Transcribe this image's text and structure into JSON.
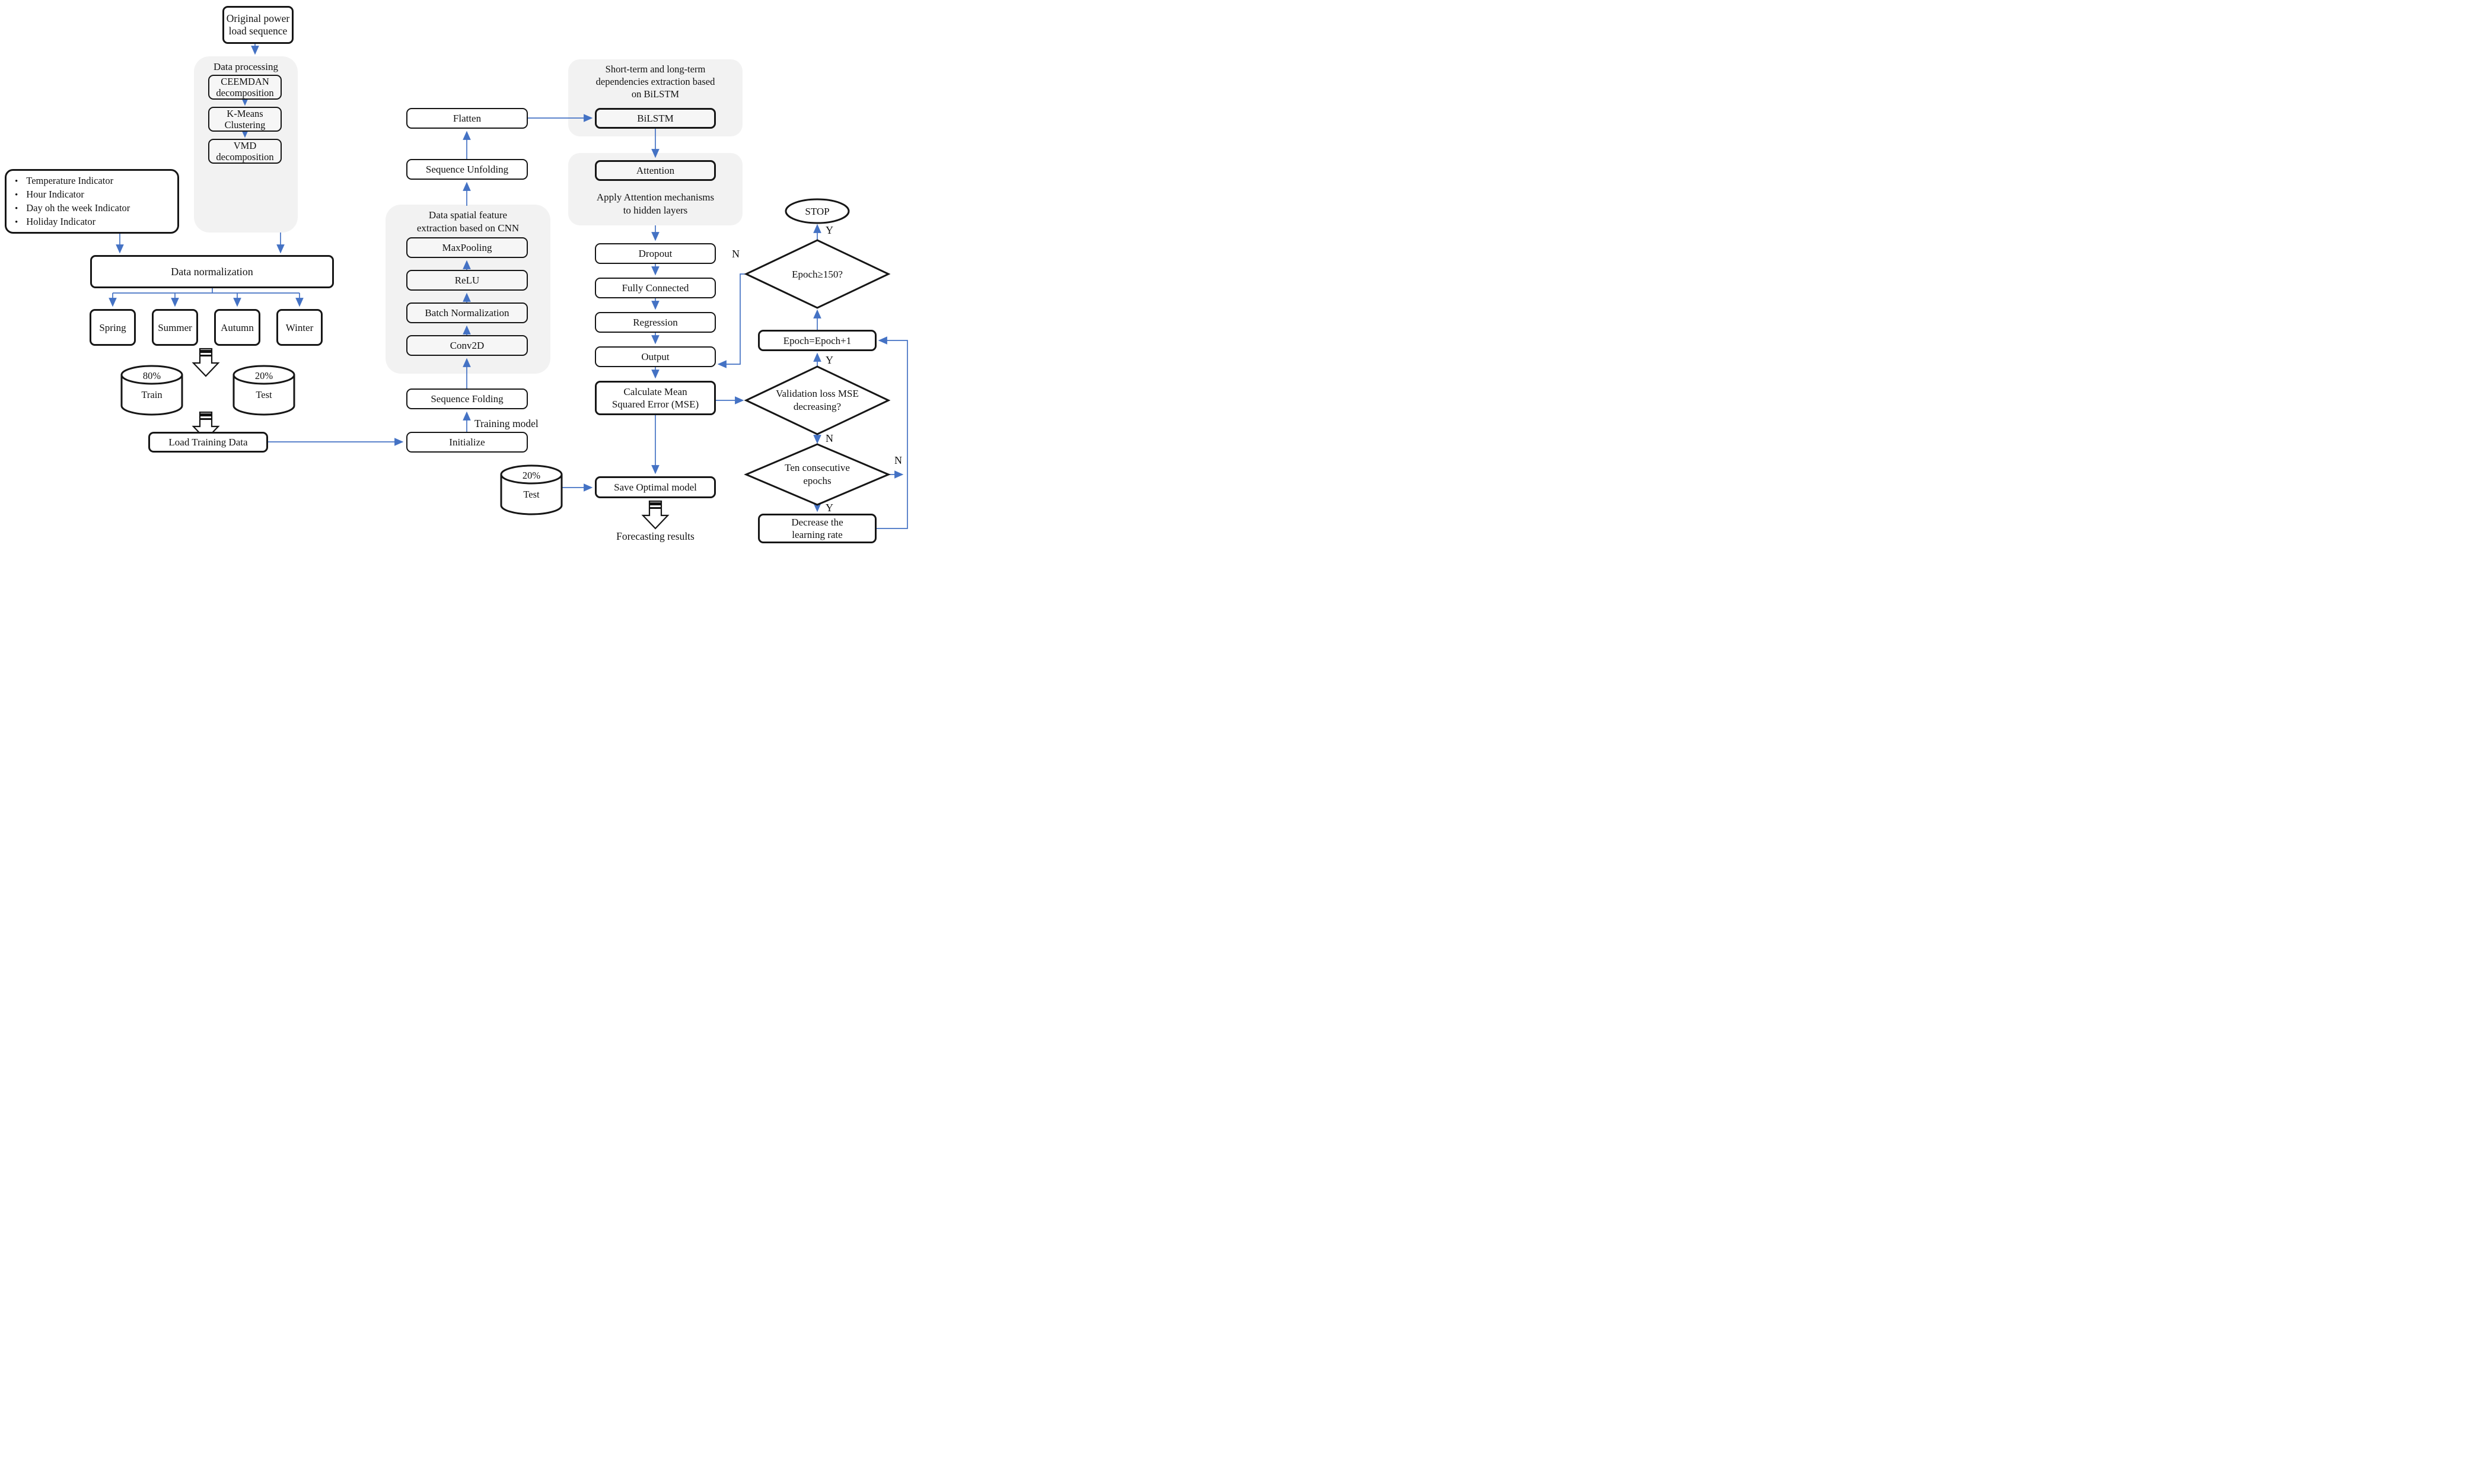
{
  "colors": {
    "arrow": "#4472c4",
    "box_border": "#161616",
    "container_bg": "#f2f2f2"
  },
  "labels": {
    "yes": "Y",
    "no": "N",
    "bullet": "•",
    "training_model": "Training model",
    "forecasting": "Forecasting results"
  },
  "original": {
    "lines": [
      "Original power",
      "load sequence"
    ]
  },
  "data_processing": {
    "title": "Data processing",
    "ceemdan": {
      "lines": [
        "CEEMDAN",
        "decomposition"
      ]
    },
    "kmeans": {
      "lines": [
        "K-Means",
        "Clustering"
      ]
    },
    "vmd": {
      "lines": [
        "VMD",
        "decomposition"
      ]
    }
  },
  "indicators": {
    "items": [
      "Temperature Indicator",
      "Hour Indicator",
      "Day oh the week Indicator",
      "Holiday Indicator"
    ]
  },
  "normalization": {
    "label": "Data normalization"
  },
  "seasons": [
    "Spring",
    "Summer",
    "Autumn",
    "Winter"
  ],
  "train_db": {
    "percent": "80%",
    "label": "Train"
  },
  "test_db": {
    "percent": "20%",
    "label": "Test"
  },
  "test_db2": {
    "percent": "20%",
    "label": "Test"
  },
  "load_training": {
    "label": "Load Training Data"
  },
  "initialize": {
    "label": "Initialize"
  },
  "seq_folding": {
    "label": "Sequence Folding"
  },
  "cnn": {
    "header": [
      "Data spatial feature",
      "extraction based on CNN"
    ],
    "conv2d": "Conv2D",
    "batchnorm": "Batch Normalization",
    "relu": "ReLU",
    "maxpool": "MaxPooling"
  },
  "seq_unfolding": {
    "label": "Sequence Unfolding"
  },
  "flatten": {
    "label": "Flatten"
  },
  "bilstm": {
    "header": [
      "Short-term and long-term",
      "dependencies extraction based",
      "on BiLSTM"
    ],
    "label": "BiLSTM"
  },
  "attention": {
    "label": "Attention",
    "caption": [
      "Apply Attention mechanisms",
      "to hidden layers"
    ]
  },
  "dropout": {
    "label": "Dropout"
  },
  "fully_connected": {
    "label": "Fully Connected"
  },
  "regression": {
    "label": "Regression"
  },
  "output": {
    "label": "Output"
  },
  "mse": {
    "lines": [
      "Calculate Mean",
      "Squared Error (MSE)"
    ]
  },
  "save_model": {
    "label": "Save Optimal model"
  },
  "stop": {
    "label": "STOP"
  },
  "epoch_check": {
    "label": "Epoch≥150?"
  },
  "epoch_inc": {
    "label": "Epoch=Epoch+1"
  },
  "val_loss": {
    "lines": [
      "Validation loss MSE",
      "decreasing?"
    ]
  },
  "ten_epochs": {
    "lines": [
      "Ten consecutive",
      "epochs"
    ]
  },
  "decrease_lr": {
    "lines": [
      "Decrease the",
      "learning rate"
    ]
  }
}
